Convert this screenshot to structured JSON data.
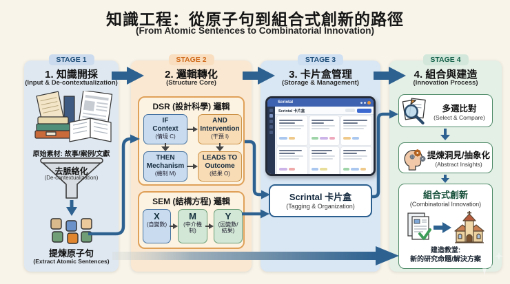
{
  "header": {
    "title": "知識工程：從原子句到組合式創新的路徑",
    "subtitle": "(From Atomic Sentences to Combinatorial Innovation)"
  },
  "stage1": {
    "tab": "STAGE 1",
    "title": "1. 知識開採",
    "subtitle": "(Input & De-contextualization)",
    "materials": "原始素材: 故事/案例/文獻",
    "funnel": {
      "title": "去脈絡化",
      "subtitle": "(De-contextualization)"
    },
    "extract": {
      "title": "提煉原子句",
      "subtitle": "(Extract Atomic Sentences)"
    }
  },
  "stage2": {
    "tab": "STAGE 2",
    "title": "2. 邏輯轉化",
    "subtitle": "(Structure Core)",
    "dsr": {
      "title": "DSR (設計科學) 邏輯",
      "if": {
        "l1": "IF",
        "l2": "Context",
        "l3": "(情境 C)"
      },
      "and": {
        "l1": "AND",
        "l2": "Intervention",
        "l3": "(干預 I)"
      },
      "then": {
        "l1": "THEN",
        "l2": "Mechanism",
        "l3": "(機制 M)"
      },
      "leads": {
        "l1": "LEADS TO",
        "l2": "Outcome",
        "l3": "(結果 O)"
      }
    },
    "sem": {
      "title": "SEM (結構方程) 邏輯",
      "x": {
        "l1": "X",
        "l2": "(自變數)"
      },
      "m": {
        "l1": "M",
        "l2": "(中介機制)"
      },
      "y": {
        "l1": "Y",
        "l2": "(因變數/結果)"
      }
    }
  },
  "stage3": {
    "tab": "STAGE 3",
    "title": "3. 卡片盒管理",
    "subtitle": "(Storage & Management)",
    "app": {
      "titlebar": "Scrintal",
      "toolbar": "Scrintal 卡片盒"
    },
    "box": {
      "title": "Scrintal 卡片盒",
      "subtitle": "(Tagging & Organization)"
    }
  },
  "stage4": {
    "tab": "STAGE 4",
    "title": "4. 組合與建造",
    "subtitle": "(Innovation Process)",
    "select": {
      "title": "多選比對",
      "subtitle": "(Select & Compare)"
    },
    "abstract": {
      "title": "提煉洞見/抽象化",
      "subtitle": "(Abstract Insights)"
    },
    "combine": {
      "title": "組合式創新",
      "subtitle": "(Combinatorial Innovation)",
      "caption1": "建造教堂:",
      "caption2": "新的研究命題/解決方案"
    }
  },
  "colors": {
    "background": "#f8f4ea",
    "accent_blue": "#2d6190",
    "panel_stage1": "#dfe8f1",
    "panel_stage2": "#fae8d2",
    "panel_stage3": "#d9e6f3",
    "panel_stage4": "#e4efe6",
    "dsr_sem_border": "#dfa058",
    "stage4_border": "#4f8b68",
    "scrintal_bar": "#3e62b0"
  }
}
